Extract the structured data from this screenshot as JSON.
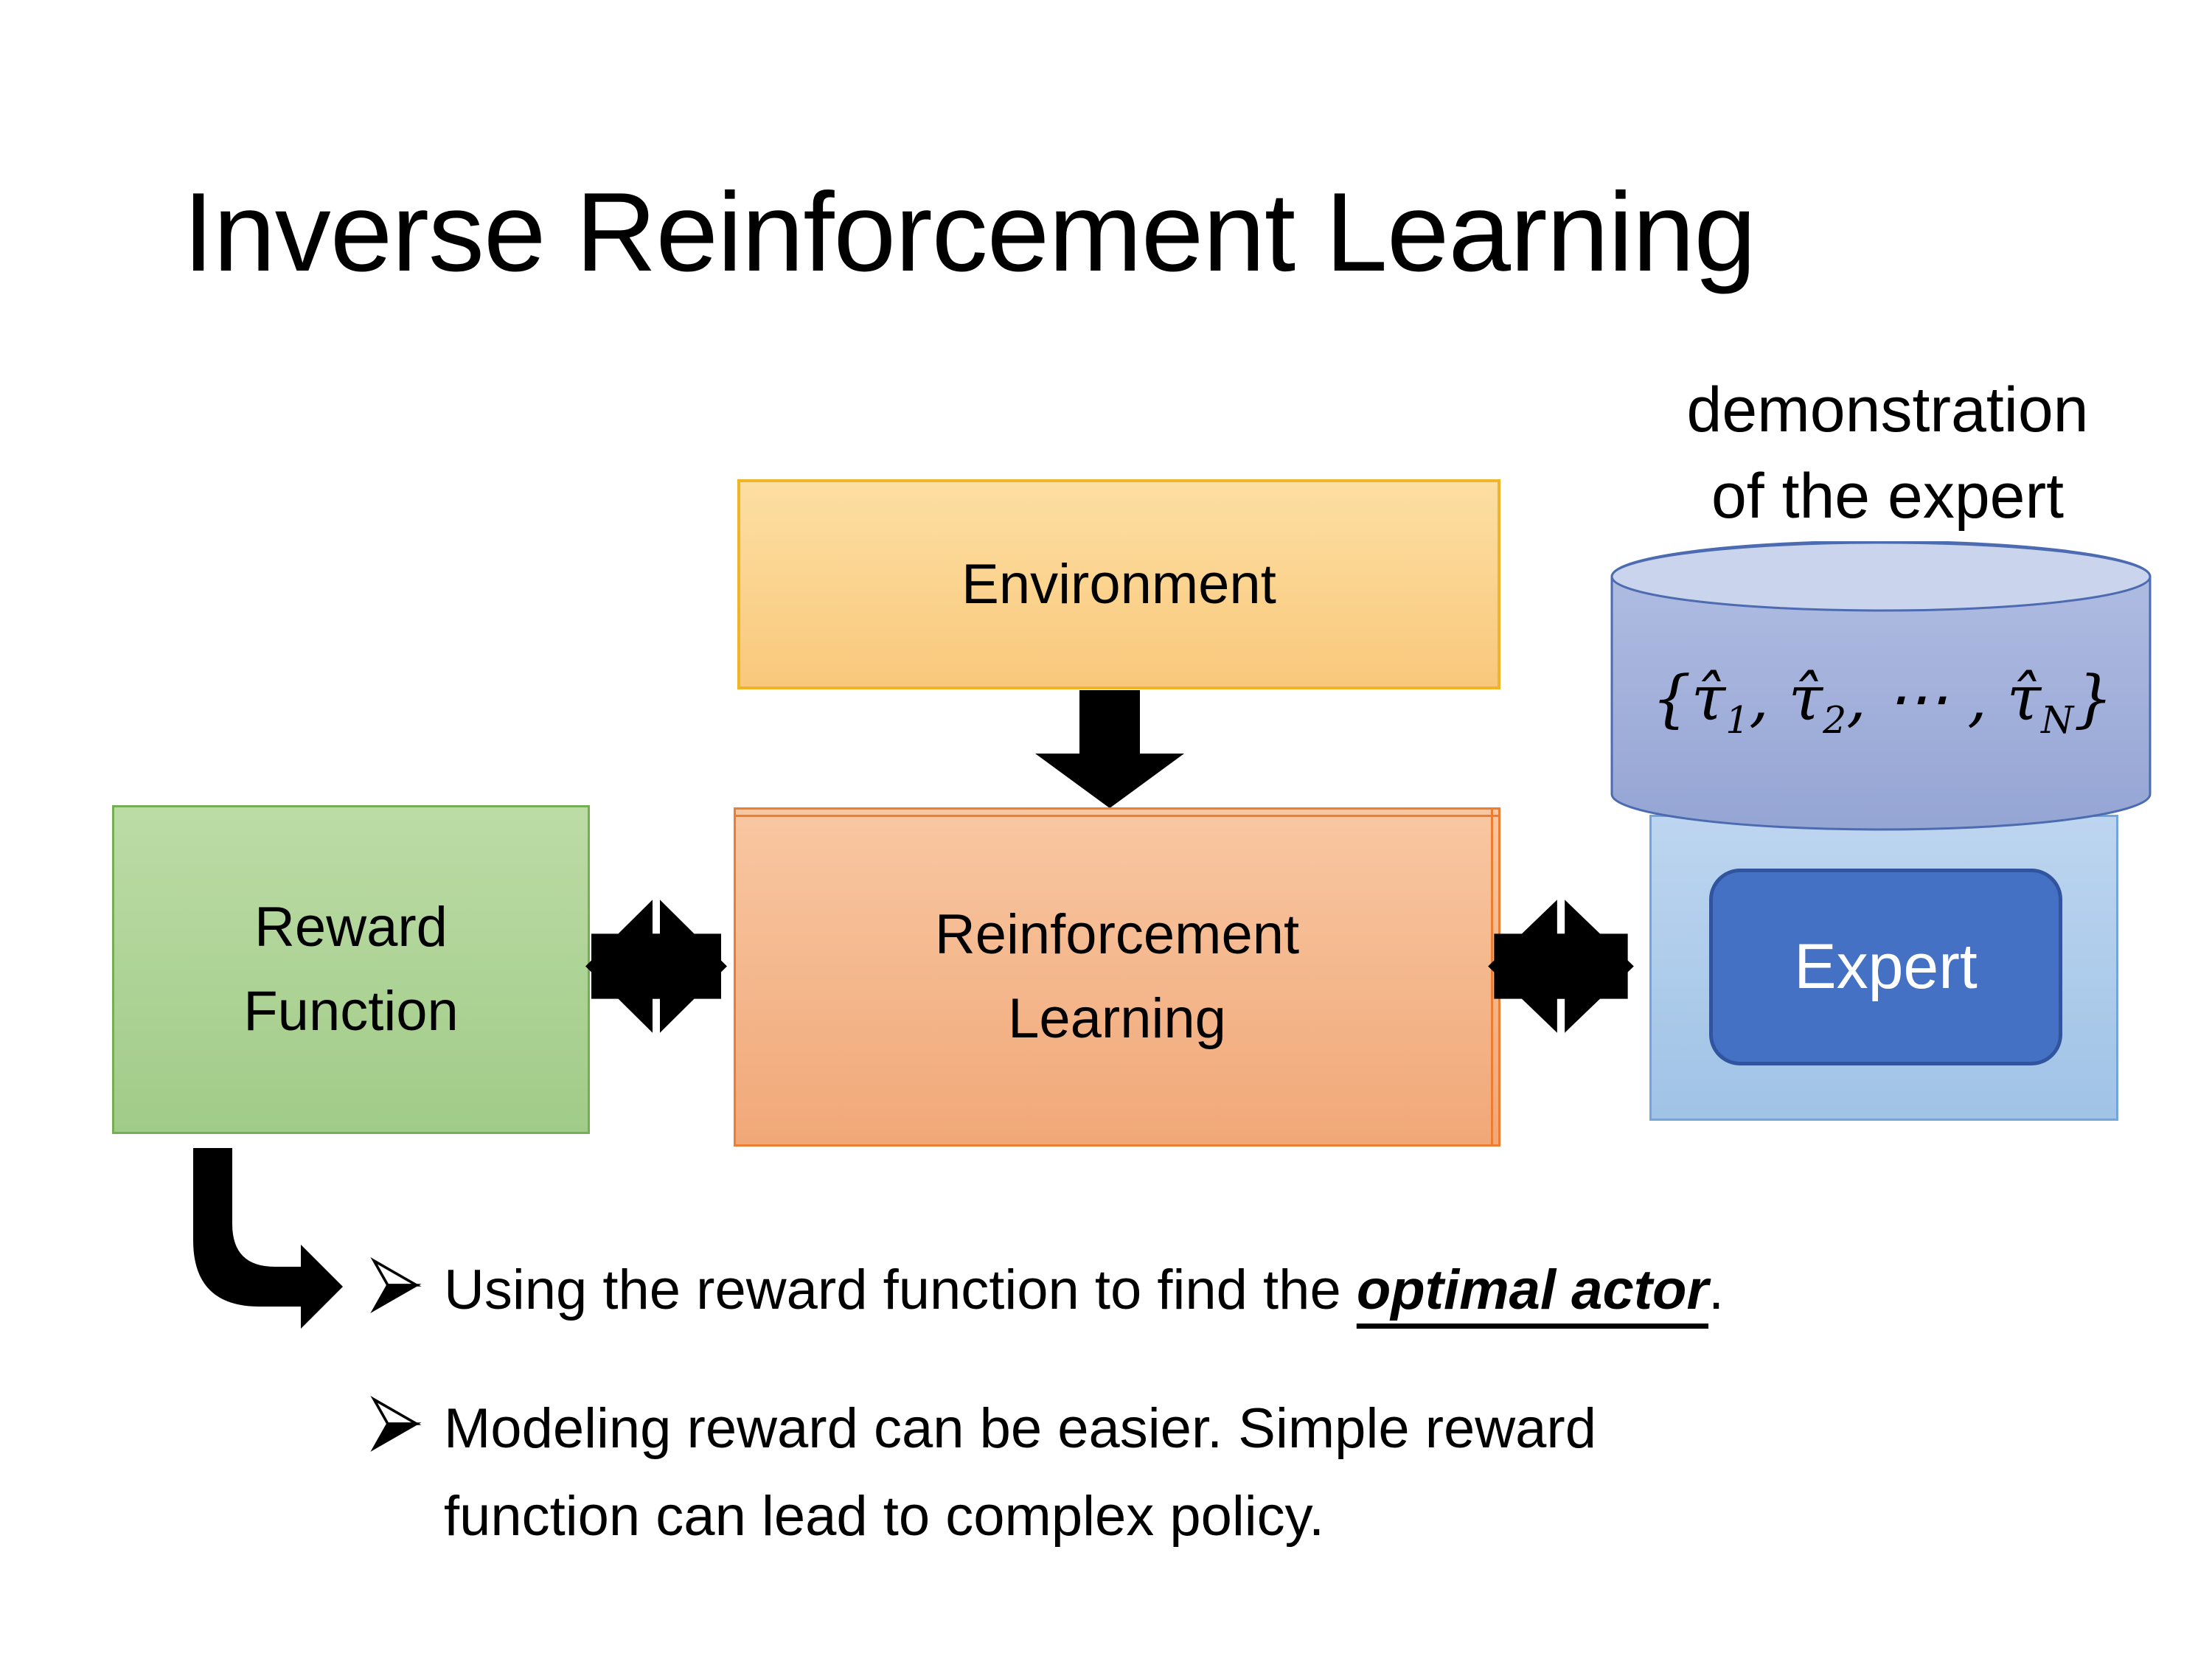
{
  "slide": {
    "title": "Inverse Reinforcement Learning"
  },
  "demo_label": {
    "line1": "demonstration",
    "line2": "of the expert"
  },
  "boxes": {
    "environment": {
      "label": "Environment"
    },
    "reward": {
      "line1": "Reward",
      "line2": "Function"
    },
    "reinforcement": {
      "line1": "Reinforcement",
      "line2": "Learning"
    },
    "expert": {
      "label": "Expert"
    }
  },
  "dataset": {
    "formula_html": "{τ̂<sub>1</sub>, τ̂<sub>2</sub>, ⋯ , τ̂<sub>N</sub>}"
  },
  "bullets": {
    "item1": {
      "prefix": "Using the reward function to find the ",
      "emphasis": "optimal actor",
      "suffix": "."
    },
    "item2": {
      "line1": "Modeling reward can be easier. Simple reward",
      "line2": "function can lead to complex policy."
    }
  },
  "icons": {
    "down_arrow": "block-arrow-down",
    "left_double_arrow": "overlapping-left-right-block-arrows",
    "right_double_arrow": "overlapping-left-right-block-arrows",
    "elbow_arrow": "elbow-arrow-down-right",
    "bullet_marker": "three-d-rightwards-arrowhead",
    "database": "cylinder-database"
  },
  "colors": {
    "background": "#FFFFFF",
    "text": "#000000",
    "arrow_color": "#000000",
    "environment_fill_top": "#FDDFA2",
    "environment_fill_bottom": "#F9C87C",
    "environment_border": "#F0B428",
    "reward_fill_top": "#BCDCA6",
    "reward_fill_bottom": "#A1CB88",
    "reward_border": "#76AE54",
    "rl_fill_top": "#F8C7A2",
    "rl_fill_bottom": "#F1A878",
    "rl_border": "#ED7D31",
    "panel_fill_top": "#BDD5F0",
    "panel_fill_bottom": "#A0C3E6",
    "panel_border": "#74A5DA",
    "cylinder_fill_top": "#B2BEE3",
    "cylinder_fill_bottom": "#95A5D4",
    "cylinder_top_fill": "#CBD4ED",
    "cylinder_border": "#4C6BB0",
    "expert_fill": "#4471C4",
    "expert_border": "#30549E",
    "expert_text": "#FFFFFF"
  }
}
